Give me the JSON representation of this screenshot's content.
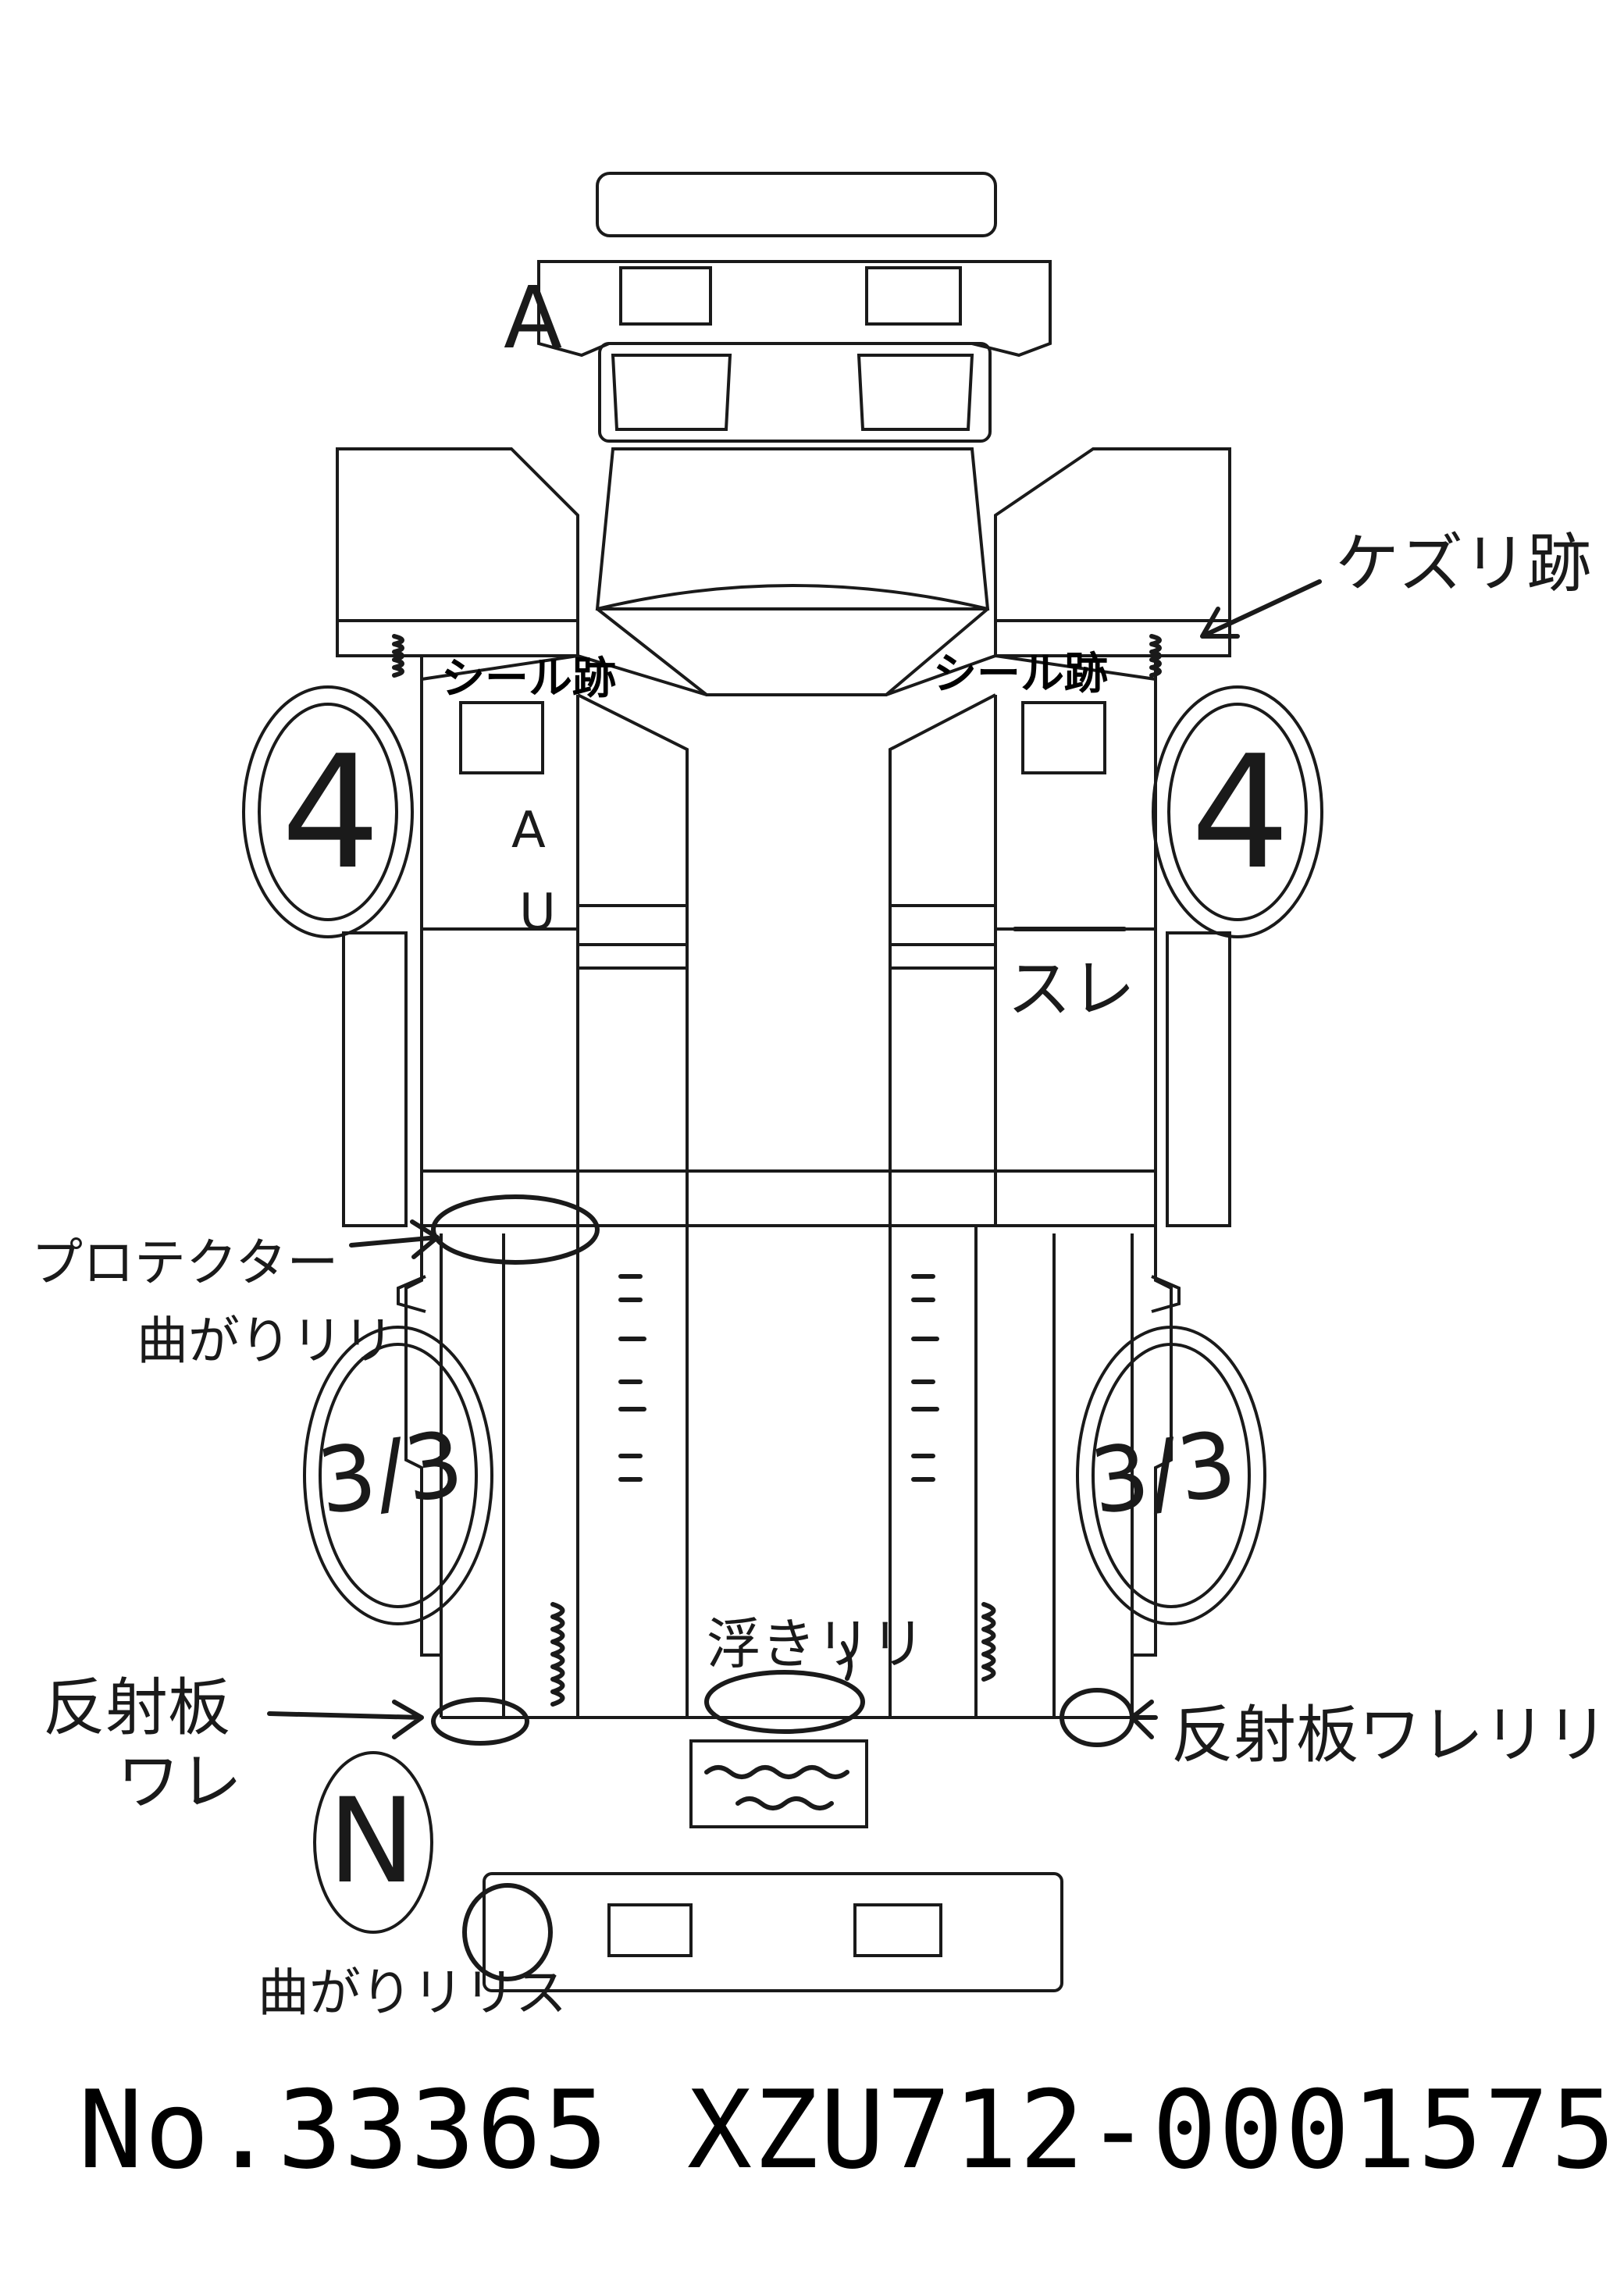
{
  "labels": {
    "front_mark": "A",
    "kezuri_ato": "ケズリ跡",
    "seal_mark_left": "シール跡",
    "seal_mark_right": "シール跡",
    "au_a": "A",
    "au_u": "U",
    "sure": "スレ",
    "protector": "プロテクター",
    "protector_bend": "曲がりリリ",
    "ukiri": "浮きリリ",
    "reflector_left_1": "反射板",
    "reflector_left_2": "ワレ",
    "reflector_right": "反射板ワレリリ",
    "bumper_bend": "曲がりリリス"
  },
  "tires": {
    "front_left": "4",
    "front_right": "4",
    "rear_left": "3/3",
    "rear_right": "3/3",
    "spare": "N"
  },
  "footer": {
    "number": "No.33365",
    "chassis": "XZU712-0001575"
  }
}
